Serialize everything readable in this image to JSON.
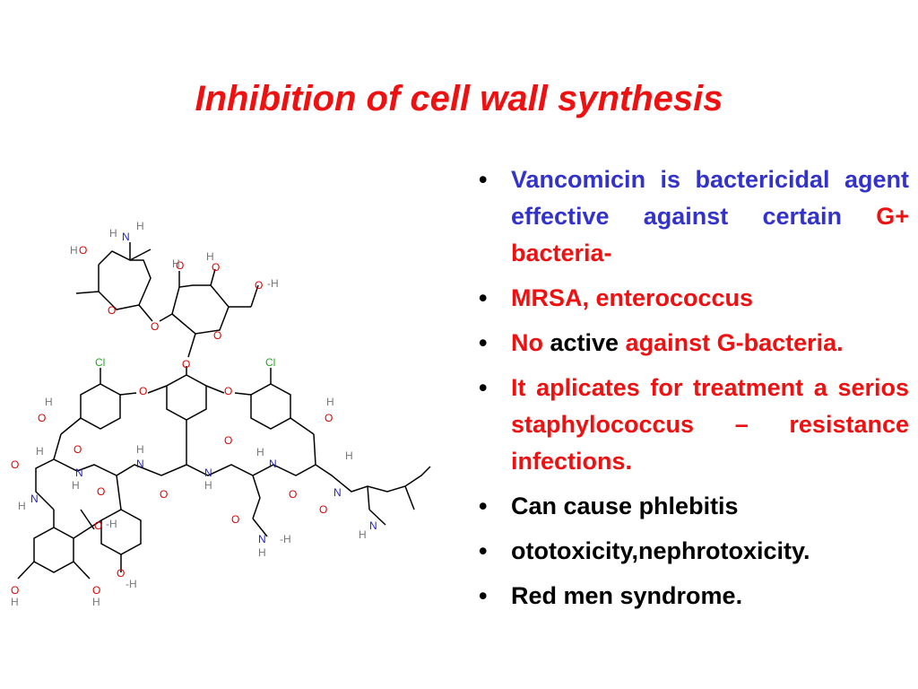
{
  "slide": {
    "title": "Inhibition of cell wall synthesis",
    "bullets": [
      {
        "parts": [
          {
            "text": "Vancomicin is bactericidal agent effective against certain ",
            "color": "blue"
          },
          {
            "text": "G+ bacteria-",
            "color": "red"
          }
        ]
      },
      {
        "parts": [
          {
            "text": "MRSA, enterococcus",
            "color": "red"
          }
        ]
      },
      {
        "parts": [
          {
            "text": "No ",
            "color": "red"
          },
          {
            "text": "active",
            "color": "black"
          },
          {
            "text": " against G-bacteria.",
            "color": "red"
          }
        ]
      },
      {
        "parts": [
          {
            "text": "It aplicates for treatment a serios staphylococcus – resistance infections.",
            "color": "red"
          }
        ]
      },
      {
        "parts": [
          {
            "text": "Can cause phlebitis",
            "color": "black"
          }
        ]
      },
      {
        "parts": [
          {
            "text": "ototoxicity,nephrotoxicity.",
            "color": "black"
          }
        ]
      },
      {
        "parts": [
          {
            "text": "Red men syndrome.",
            "color": "black"
          }
        ]
      }
    ],
    "bullet_glyph": "•",
    "colors": {
      "blue": "#3333cc",
      "red": "#ee1111",
      "black": "#000000"
    }
  },
  "molecule": {
    "atoms": {
      "o": "O",
      "n": "N",
      "h": "H",
      "cl": "Cl",
      "ho": "H-O",
      "oh": "O-H",
      "hn": "H-N",
      "nh": "N-H",
      "oh_minus": "O-H",
      "neg_h": "-H"
    }
  }
}
